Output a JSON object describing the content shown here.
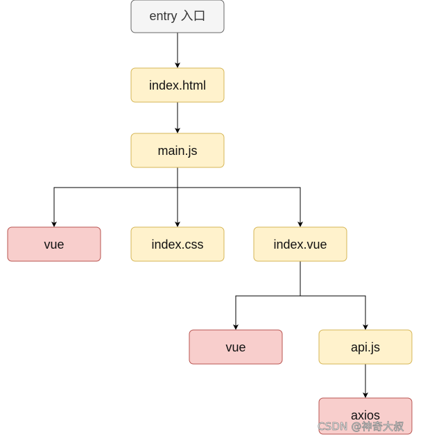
{
  "diagram": {
    "nodes": {
      "entry": {
        "label": "entry 入口",
        "style": "gray"
      },
      "index_html": {
        "label": "index.html",
        "style": "yellow"
      },
      "main_js": {
        "label": "main.js",
        "style": "yellow"
      },
      "vue_1": {
        "label": "vue",
        "style": "red"
      },
      "index_css": {
        "label": "index.css",
        "style": "yellow"
      },
      "index_vue": {
        "label": "index.vue",
        "style": "yellow"
      },
      "vue_2": {
        "label": "vue",
        "style": "red"
      },
      "api_js": {
        "label": "api.js",
        "style": "yellow"
      },
      "axios": {
        "label": "axios",
        "style": "red"
      }
    },
    "edges": [
      {
        "from": "entry",
        "to": "index_html"
      },
      {
        "from": "index_html",
        "to": "main_js"
      },
      {
        "from": "main_js",
        "to": "vue_1"
      },
      {
        "from": "main_js",
        "to": "index_css"
      },
      {
        "from": "main_js",
        "to": "index_vue"
      },
      {
        "from": "index_vue",
        "to": "vue_2"
      },
      {
        "from": "index_vue",
        "to": "api_js"
      },
      {
        "from": "api_js",
        "to": "axios"
      }
    ],
    "colors": {
      "gray": {
        "fill": "#f5f5f5",
        "stroke": "#666666"
      },
      "yellow": {
        "fill": "#fff2cc",
        "stroke": "#d6b656"
      },
      "red": {
        "fill": "#f8cecc",
        "stroke": "#b85450"
      },
      "edge": "#000000"
    }
  },
  "watermark": "CSDN @神奇大叔"
}
